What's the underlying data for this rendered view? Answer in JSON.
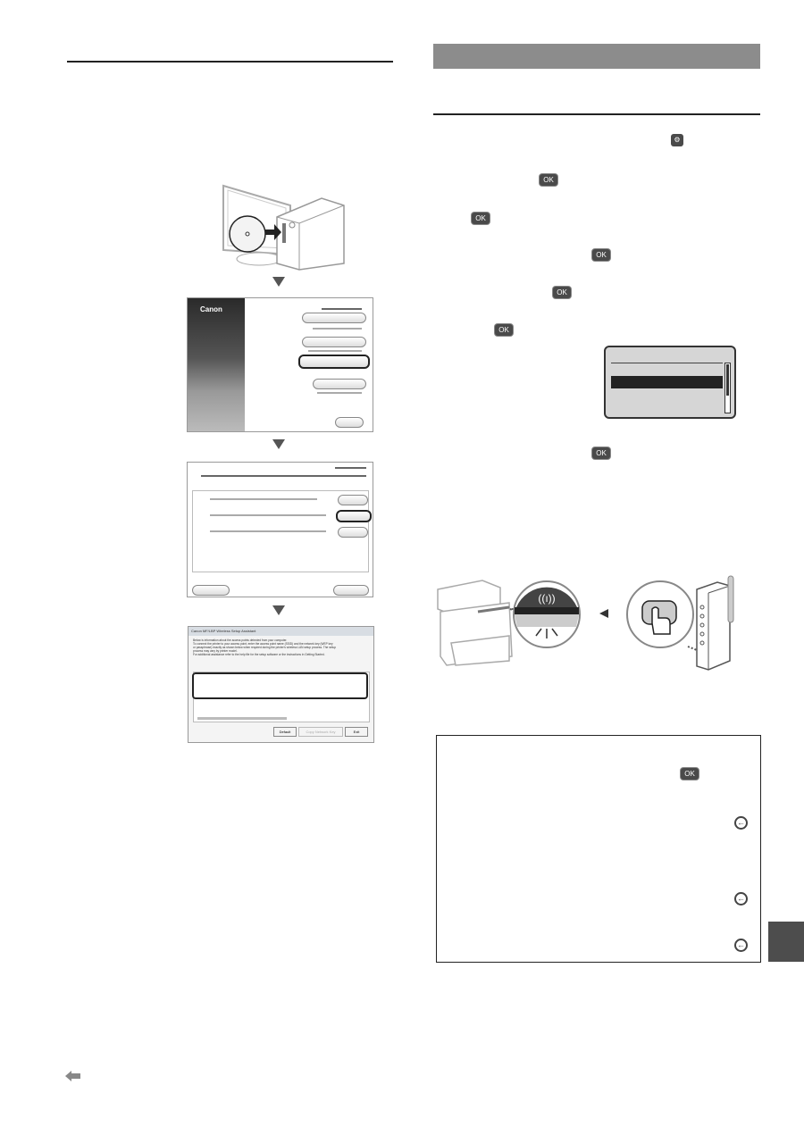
{
  "installer_screen": {
    "brand": "Canon"
  },
  "wireless_dialog": {
    "title": "Canon MF/LBP Wireless Setup Assistant",
    "lines": [
      "Below is information about the access points detected from your computer.",
      "To connect the printer to your access point, enter the access point name (SSID) and the network key (WEP key",
      "or passphrase) exactly as shown below when required during the printer's wireless LAN setup process. The setup",
      "process may vary by printer model.",
      "For additional assistance refer to the help file for the setup software or the instructions in Getting Started."
    ],
    "buttons": [
      "Default",
      "Copy Network Key",
      "Exit"
    ]
  },
  "keys": {
    "ok": "OK"
  },
  "colors": {
    "header_bar": "#8c8c8c",
    "key": "#4a4a4a",
    "side_tab": "#4d4d4d"
  }
}
